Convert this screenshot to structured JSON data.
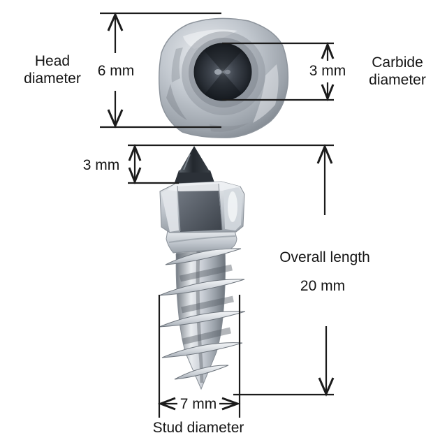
{
  "measurements": {
    "head_diameter": {
      "label": "Head diameter",
      "value": "6 mm"
    },
    "carbide_diameter": {
      "label": "Carbide diameter",
      "value": "3 mm"
    },
    "tip_height": {
      "value": "3 mm"
    },
    "overall_length": {
      "label": "Overall length",
      "value": "20 mm"
    },
    "stud_diameter": {
      "label": "Stud diameter",
      "value": "7 mm"
    }
  },
  "colors": {
    "background": "#ffffff",
    "dimension_line": "#1b1b1b",
    "text": "#151515",
    "metal_highlight": "#f0f2f5",
    "metal_mid": "#b4bac2",
    "metal_shadow": "#6e757d",
    "carbide_dark": "#22262c"
  }
}
